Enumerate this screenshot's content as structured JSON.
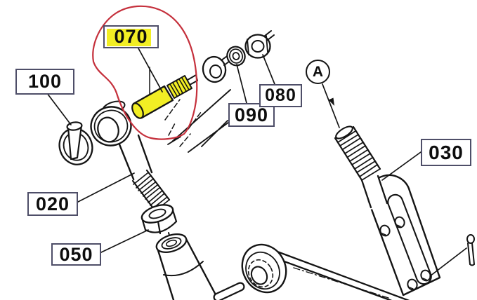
{
  "diagram": {
    "callouts": {
      "c100": "100",
      "c070": "070",
      "c090": "090",
      "c080": "080",
      "c030": "030",
      "c020": "020",
      "c050": "050"
    },
    "view_marker": "A",
    "highlighted_part": "070",
    "colors": {
      "highlight": "#f2ee24",
      "selection_circle": "#c5303c",
      "label_border": "#4e4e68",
      "line_art": "#141414",
      "background": "#ffffff"
    }
  }
}
